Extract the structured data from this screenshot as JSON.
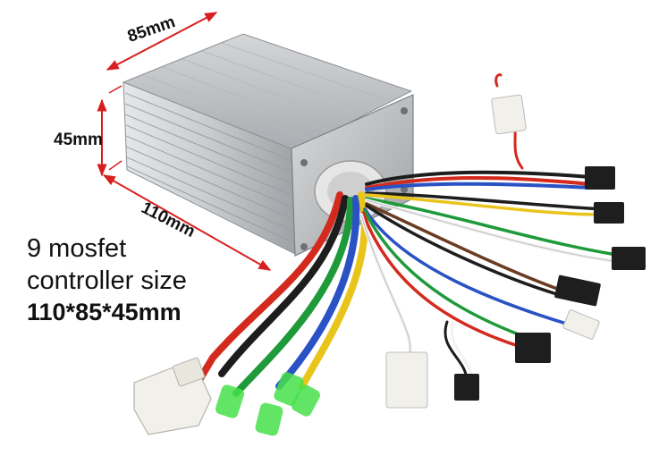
{
  "dimensions": {
    "width_label": "85mm",
    "height_label": "45mm",
    "length_label": "110mm"
  },
  "caption": {
    "line1": "9 mosfet",
    "line2": "controller size",
    "line3": "110*85*45mm"
  },
  "colors": {
    "dimension_arrow": "#d81e1e",
    "housing": "#c4c6c9",
    "wire_red": "#d42a1e",
    "wire_black": "#1d1d1d",
    "wire_green": "#1f9a3a",
    "wire_blue": "#2a52c4",
    "wire_yellow": "#e9c51c",
    "wire_white": "#f2f2f2",
    "wire_brown": "#6a3d22",
    "connector_black": "#1e1e1e",
    "connector_white": "#f1f0ea",
    "connector_green": "#46e04a"
  }
}
